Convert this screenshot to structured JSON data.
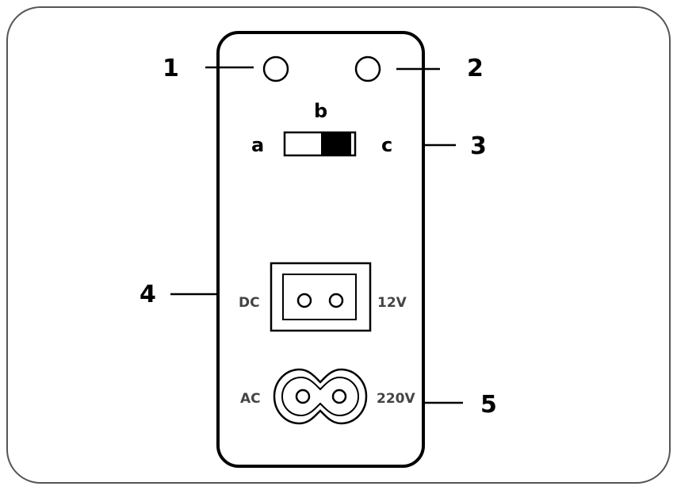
{
  "callouts": {
    "c1": "1",
    "c2": "2",
    "c3": "3",
    "c4": "4",
    "c5": "5"
  },
  "switch": {
    "pos_a": "a",
    "pos_b": "b",
    "pos_c": "c"
  },
  "dc": {
    "label": "DC",
    "voltage": "12V"
  },
  "ac": {
    "label": "AC",
    "voltage": "220V"
  }
}
